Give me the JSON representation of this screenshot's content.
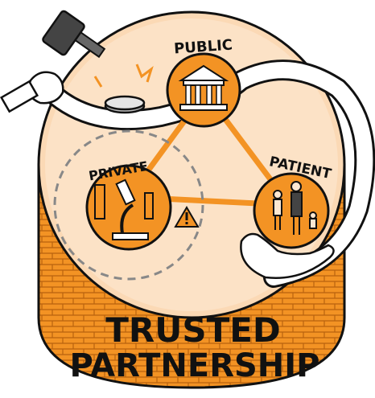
{
  "labels": {
    "public": "PUBLIC",
    "private": "PRIVATE",
    "patient": "PATIENT",
    "trusted": "TRUSTED",
    "partnership": "PARTNERSHIP"
  },
  "colors": {
    "orange": "#f39324",
    "light_orange": "#fbd9b5",
    "peach": "#fde8d2",
    "outline": "#111111"
  },
  "icons": [
    "gavel-icon",
    "hand-icon",
    "building-icon",
    "microscope-icon",
    "warning-icon",
    "family-icon",
    "open-hand-icon"
  ]
}
